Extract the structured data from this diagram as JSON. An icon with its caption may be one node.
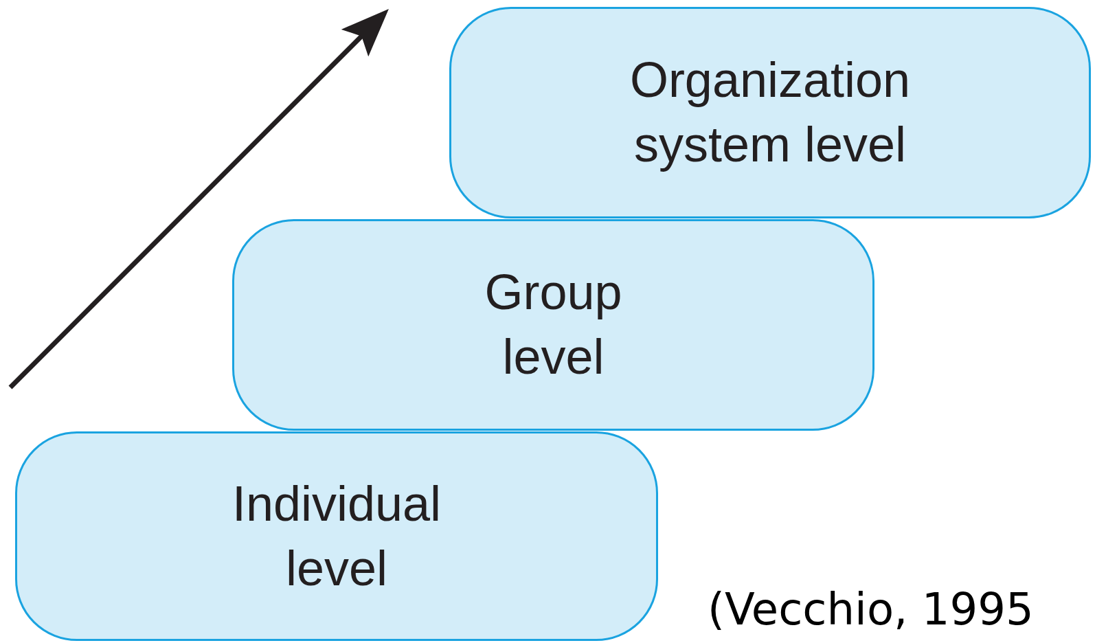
{
  "diagram": {
    "caption": "(Vecchio, 1995",
    "nodes": [
      {
        "text": [
          "Organization system level"
        ]
      },
      {
        "text": [
          "Group level"
        ]
      },
      {
        "text": [
          "Individual level"
        ]
      }
    ],
    "edges": []
  }
}
